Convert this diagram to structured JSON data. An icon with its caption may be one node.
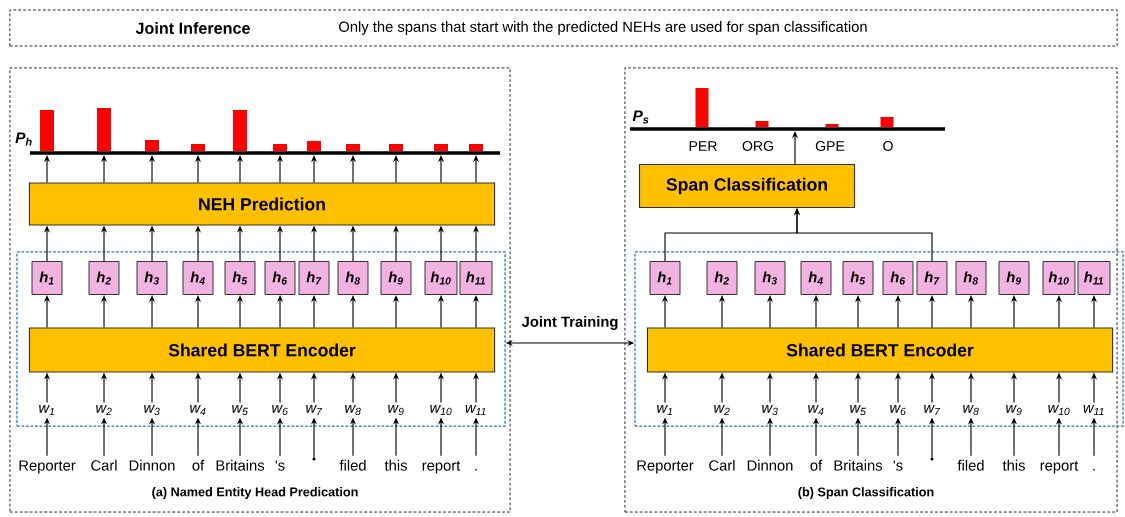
{
  "diagram": {
    "nodes": [
      {
        "text": [
          "Joint Inference",
          "Only the spans that start with the predicted NEHs are used for span classification"
        ]
      },
      {
        "text": [
          "(a) Named Entity Head Predication"
        ]
      },
      {
        "text": [
          "(b) Span Classification"
        ]
      },
      {
        "text": [],
        "shape": "box",
        "in": 1
      },
      {
        "text": [
          "P$_{h}$"
        ],
        "in": 1
      },
      {
        "text": [
          "NEH Prediction"
        ],
        "in": 1
      },
      {
        "text": [
          "Shared BERT Encoder"
        ],
        "in": 3
      },
      {
        "text": [
          "h$_{1}$"
        ],
        "in": 3
      },
      {
        "text": [
          "h$_{2}$"
        ],
        "in": 3
      },
      {
        "text": [
          "h$_{3}$"
        ],
        "in": 3
      },
      {
        "text": [
          "h$_{4}$"
        ],
        "in": 3
      },
      {
        "text": [
          "h$_{5}$"
        ],
        "in": 3
      },
      {
        "text": [
          "h$_{6}$"
        ],
        "in": 3
      },
      {
        "text": [
          "h$_{7}$"
        ],
        "in": 3
      },
      {
        "text": [
          "h$_{8}$"
        ],
        "in": 3
      },
      {
        "text": [
          "h$_{9}$"
        ],
        "in": 3
      },
      {
        "text": [
          "h$_{10}$"
        ],
        "in": 3
      },
      {
        "text": [
          "h$_{11}$"
        ],
        "in": 3
      },
      {
        "text": [
          "w$_{1}$"
        ],
        "in": 3
      },
      {
        "text": [
          "w$_{2}$"
        ],
        "in": 3
      },
      {
        "text": [
          "w$_{3}$"
        ],
        "in": 3
      },
      {
        "text": [
          "w$_{4}$"
        ],
        "in": 3
      },
      {
        "text": [
          "w$_{5}$"
        ],
        "in": 3
      },
      {
        "text": [
          "w$_{6}$"
        ],
        "in": 3
      },
      {
        "text": [
          "w$_{7}$"
        ],
        "in": 3
      },
      {
        "text": [
          "w$_{8}$"
        ],
        "in": 3
      },
      {
        "text": [
          "w$_{9}$"
        ],
        "in": 3
      },
      {
        "text": [
          "w$_{10}$"
        ],
        "in": 3
      },
      {
        "text": [
          "w$_{11}$"
        ],
        "in": 3
      },
      {
        "text": [
          "Reporter"
        ],
        "in": 1
      },
      {
        "text": [
          "Carl"
        ],
        "in": 1
      },
      {
        "text": [
          "Dinnon"
        ],
        "in": 1
      },
      {
        "text": [
          "of"
        ],
        "in": 1
      },
      {
        "text": [
          "Britains"
        ],
        "in": 1
      },
      {
        "text": [
          "'s"
        ],
        "in": 1
      },
      {
        "text": [],
        "shape": "point",
        "in": 1
      },
      {
        "text": [
          "filed"
        ],
        "in": 1
      },
      {
        "text": [
          "this"
        ],
        "in": 1
      },
      {
        "text": [
          "report"
        ],
        "in": 1
      },
      {
        "text": [
          "."
        ],
        "in": 1
      },
      {
        "text": [],
        "shape": "box",
        "in": 2
      },
      {
        "text": [
          "P$_{s}$"
        ],
        "beside": [
          "PER",
          "ORG",
          "GPE",
          "O"
        ],
        "in": 2
      },
      {
        "text": [
          "Span Classification"
        ],
        "in": 2
      },
      {
        "text": [
          "Shared BERT Encoder"
        ],
        "in": 40
      },
      {
        "text": [
          "h$_{1}$"
        ],
        "in": 40
      },
      {
        "text": [
          "h$_{2}$"
        ],
        "in": 40
      },
      {
        "text": [
          "h$_{3}$"
        ],
        "in": 40
      },
      {
        "text": [
          "h$_{4}$"
        ],
        "in": 40
      },
      {
        "text": [
          "h$_{5}$"
        ],
        "in": 40
      },
      {
        "text": [
          "h$_{6}$"
        ],
        "in": 40
      },
      {
        "text": [
          "h$_{7}$"
        ],
        "in": 40
      },
      {
        "text": [
          "h$_{8}$"
        ],
        "in": 40
      },
      {
        "text": [
          "h$_{9}$"
        ],
        "in": 40
      },
      {
        "text": [
          "h$_{10}$"
        ],
        "in": 40
      },
      {
        "text": [
          "h$_{11}$"
        ],
        "in": 40
      },
      {
        "text": [
          "w$_{1}$"
        ],
        "in": 40
      },
      {
        "text": [
          "w$_{2}$"
        ],
        "in": 40
      },
      {
        "text": [
          "w$_{3}$"
        ],
        "in": 40
      },
      {
        "text": [
          "w$_{4}$"
        ],
        "in": 40
      },
      {
        "text": [
          "w$_{5}$"
        ],
        "in": 40
      },
      {
        "text": [
          "w$_{6}$"
        ],
        "in": 40
      },
      {
        "text": [
          "w$_{7}$"
        ],
        "in": 40
      },
      {
        "text": [
          "w$_{8}$"
        ],
        "in": 40
      },
      {
        "text": [
          "w$_{9}$"
        ],
        "in": 40
      },
      {
        "text": [
          "w$_{10}$"
        ],
        "in": 40
      },
      {
        "text": [
          "w$_{11}$"
        ],
        "in": 40
      },
      {
        "text": [
          "Reporter"
        ],
        "in": 2
      },
      {
        "text": [
          "Carl"
        ],
        "in": 2
      },
      {
        "text": [
          "Dinnon"
        ],
        "in": 2
      },
      {
        "text": [
          "of"
        ],
        "in": 2
      },
      {
        "text": [
          "Britains"
        ],
        "in": 2
      },
      {
        "text": [
          "'s"
        ],
        "in": 2
      },
      {
        "text": [],
        "shape": "point",
        "in": 2
      },
      {
        "text": [
          "filed"
        ],
        "in": 2
      },
      {
        "text": [
          "this"
        ],
        "in": 2
      },
      {
        "text": [
          "report"
        ],
        "in": 2
      },
      {
        "text": [
          "."
        ],
        "in": 2
      }
    ],
    "edges": [
      {
        "from": 29,
        "to": 18,
        "arrow": "to"
      },
      {
        "from": 30,
        "to": 19,
        "arrow": "to"
      },
      {
        "from": 31,
        "to": 20,
        "arrow": "to"
      },
      {
        "from": 32,
        "to": 21,
        "arrow": "to"
      },
      {
        "from": 33,
        "to": 22,
        "arrow": "to"
      },
      {
        "from": 34,
        "to": 23,
        "arrow": "to"
      },
      {
        "from": 35,
        "to": 24,
        "arrow": "to"
      },
      {
        "from": 36,
        "to": 25,
        "arrow": "to"
      },
      {
        "from": 37,
        "to": 26,
        "arrow": "to"
      },
      {
        "from": 38,
        "to": 27,
        "arrow": "to"
      },
      {
        "from": 39,
        "to": 28,
        "arrow": "to"
      },
      {
        "from": 18,
        "to": 6,
        "arrow": "to"
      },
      {
        "from": 19,
        "to": 6,
        "arrow": "to"
      },
      {
        "from": 20,
        "to": 6,
        "arrow": "to"
      },
      {
        "from": 21,
        "to": 6,
        "arrow": "to"
      },
      {
        "from": 22,
        "to": 6,
        "arrow": "to"
      },
      {
        "from": 23,
        "to": 6,
        "arrow": "to"
      },
      {
        "from": 24,
        "to": 6,
        "arrow": "to"
      },
      {
        "from": 25,
        "to": 6,
        "arrow": "to"
      },
      {
        "from": 26,
        "to": 6,
        "arrow": "to"
      },
      {
        "from": 27,
        "to": 6,
        "arrow": "to"
      },
      {
        "from": 28,
        "to": 6,
        "arrow": "to"
      },
      {
        "from": 6,
        "to": 7,
        "arrow": "to"
      },
      {
        "from": 6,
        "to": 8,
        "arrow": "to"
      },
      {
        "from": 6,
        "to": 9,
        "arrow": "to"
      },
      {
        "from": 6,
        "to": 10,
        "arrow": "to"
      },
      {
        "from": 6,
        "to": 11,
        "arrow": "to"
      },
      {
        "from": 6,
        "to": 12,
        "arrow": "to"
      },
      {
        "from": 6,
        "to": 13,
        "arrow": "to"
      },
      {
        "from": 6,
        "to": 14,
        "arrow": "to"
      },
      {
        "from": 6,
        "to": 15,
        "arrow": "to"
      },
      {
        "from": 6,
        "to": 16,
        "arrow": "to"
      },
      {
        "from": 6,
        "to": 17,
        "arrow": "to"
      },
      {
        "from": 7,
        "to": 5,
        "arrow": "to"
      },
      {
        "from": 8,
        "to": 5,
        "arrow": "to"
      },
      {
        "from": 9,
        "to": 5,
        "arrow": "to"
      },
      {
        "from": 10,
        "to": 5,
        "arrow": "to"
      },
      {
        "from": 11,
        "to": 5,
        "arrow": "to"
      },
      {
        "from": 12,
        "to": 5,
        "arrow": "to"
      },
      {
        "from": 13,
        "to": 5,
        "arrow": "to"
      },
      {
        "from": 14,
        "to": 5,
        "arrow": "to"
      },
      {
        "from": 15,
        "to": 5,
        "arrow": "to"
      },
      {
        "from": 16,
        "to": 5,
        "arrow": "to"
      },
      {
        "from": 17,
        "to": 5,
        "arrow": "to"
      },
      {
        "from": 5,
        "to": 4,
        "arrow": "to"
      },
      {
        "from": 5,
        "to": 4,
        "arrow": "to"
      },
      {
        "from": 5,
        "to": 4,
        "arrow": "to"
      },
      {
        "from": 5,
        "to": 4,
        "arrow": "to"
      },
      {
        "from": 5,
        "to": 4,
        "arrow": "to"
      },
      {
        "from": 5,
        "to": 4,
        "arrow": "to"
      },
      {
        "from": 5,
        "to": 4,
        "arrow": "to"
      },
      {
        "from": 5,
        "to": 4,
        "arrow": "to"
      },
      {
        "from": 5,
        "to": 4,
        "arrow": "to"
      },
      {
        "from": 5,
        "to": 4,
        "arrow": "to"
      },
      {
        "from": 5,
        "to": 4,
        "arrow": "to"
      },
      {
        "from": 66,
        "to": 55,
        "arrow": "to"
      },
      {
        "from": 67,
        "to": 56,
        "arrow": "to"
      },
      {
        "from": 68,
        "to": 57,
        "arrow": "to"
      },
      {
        "from": 69,
        "to": 58,
        "arrow": "to"
      },
      {
        "from": 70,
        "to": 59,
        "arrow": "to"
      },
      {
        "from": 71,
        "to": 60,
        "arrow": "to"
      },
      {
        "from": 72,
        "to": 61,
        "arrow": "to"
      },
      {
        "from": 73,
        "to": 62,
        "arrow": "to"
      },
      {
        "from": 74,
        "to": 63,
        "arrow": "to"
      },
      {
        "from": 75,
        "to": 64,
        "arrow": "to"
      },
      {
        "from": 76,
        "to": 65,
        "arrow": "to"
      },
      {
        "from": 55,
        "to": 43,
        "arrow": "to"
      },
      {
        "from": 56,
        "to": 43,
        "arrow": "to"
      },
      {
        "from": 57,
        "to": 43,
        "arrow": "to"
      },
      {
        "from": 58,
        "to": 43,
        "arrow": "to"
      },
      {
        "from": 59,
        "to": 43,
        "arrow": "to"
      },
      {
        "from": 60,
        "to": 43,
        "arrow": "to"
      },
      {
        "from": 61,
        "to": 43,
        "arrow": "to"
      },
      {
        "from": 62,
        "to": 43,
        "arrow": "to"
      },
      {
        "from": 63,
        "to": 43,
        "arrow": "to"
      },
      {
        "from": 64,
        "to": 43,
        "arrow": "to"
      },
      {
        "from": 65,
        "to": 43,
        "arrow": "to"
      },
      {
        "from": 43,
        "to": 44,
        "arrow": "to"
      },
      {
        "from": 43,
        "to": 45,
        "arrow": "to"
      },
      {
        "from": 43,
        "to": 46,
        "arrow": "to"
      },
      {
        "from": 43,
        "to": 47,
        "arrow": "to"
      },
      {
        "from": 43,
        "to": 48,
        "arrow": "to"
      },
      {
        "from": 43,
        "to": 49,
        "arrow": "to"
      },
      {
        "from": 43,
        "to": 50,
        "arrow": "to"
      },
      {
        "from": 43,
        "to": 51,
        "arrow": "to"
      },
      {
        "from": 43,
        "to": 52,
        "arrow": "to"
      },
      {
        "from": 43,
        "to": 53,
        "arrow": "to"
      },
      {
        "from": 43,
        "to": 54,
        "arrow": "to"
      },
      {
        "from": 44,
        "to": 42,
        "arrow": "to"
      },
      {
        "from": 50,
        "to": 42,
        "arrow": "to"
      },
      {
        "from": 42,
        "to": 41,
        "arrow": "to"
      },
      {
        "from": 3,
        "to": 40,
        "arrow": "both",
        "label": "Joint Training"
      }
    ]
  }
}
